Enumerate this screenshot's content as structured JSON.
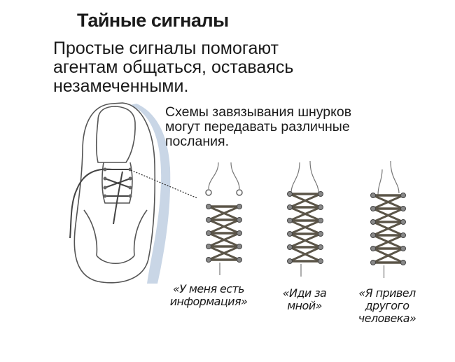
{
  "title": "Тайные сигналы",
  "subtitle": [
    "Простые сигналы помогают",
    "агентам общаться, оставаясь",
    "незамеченными."
  ],
  "caption": [
    "Схемы завязывания шнурков",
    "могут передавать различные",
    "послания."
  ],
  "patterns": [
    {
      "label": [
        "«У меня есть",
        "информация»"
      ]
    },
    {
      "label": [
        "«Иди за",
        "мной»"
      ]
    },
    {
      "label": [
        "«Я привел",
        "другого",
        "человека»"
      ]
    }
  ],
  "colors": {
    "lace": "#5b5548",
    "outline": "#555555",
    "shadow": "#c9d6e6"
  }
}
